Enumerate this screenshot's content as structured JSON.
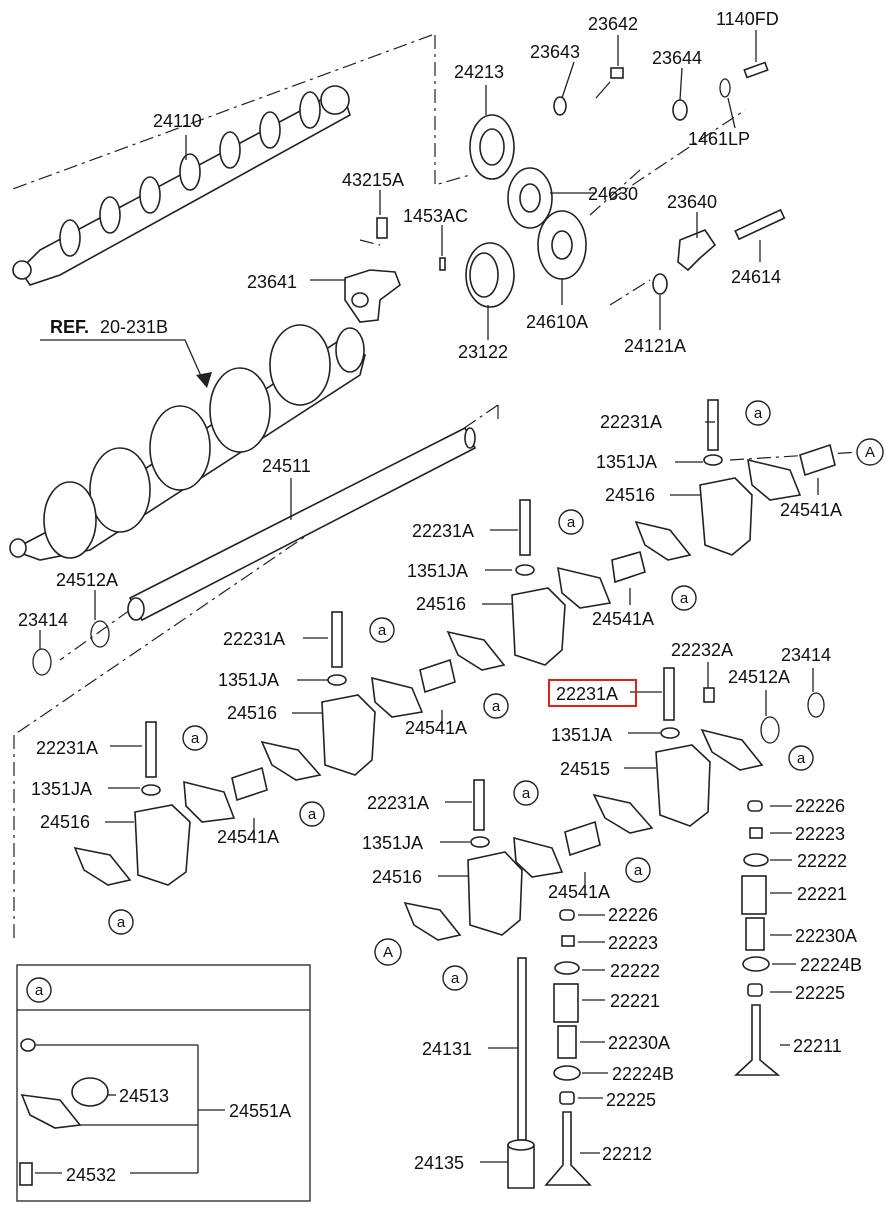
{
  "labels": {
    "p24110": "24110",
    "p24213": "24213",
    "p23643": "23643",
    "p23642": "23642",
    "p23644": "23644",
    "p1140FD": "1140FD",
    "p1461LP": "1461LP",
    "p24630": "24630",
    "p43215A": "43215A",
    "p1453AC": "1453AC",
    "p23640": "23640",
    "p23641": "23641",
    "p24614": "24614",
    "p24610A": "24610A",
    "p24121A": "24121A",
    "p23122": "23122",
    "ref_bold": "REF.",
    "ref_num": "20-231B",
    "p24511": "24511",
    "p22231A_1": "22231A",
    "p1351JA_1": "1351JA",
    "p24516_1": "24516",
    "p24541A_1": "24541A",
    "p22231A_2": "22231A",
    "p1351JA_2": "1351JA",
    "p24516_2": "24516",
    "p24541A_2": "24541A",
    "p24512A_1": "24512A",
    "p23414_1": "23414",
    "p22231A_3": "22231A",
    "p1351JA_3": "1351JA",
    "p24516_3": "24516",
    "p24541A_3": "24541A",
    "p22232A": "22232A",
    "p23414_2": "23414",
    "p24512A_2": "24512A",
    "p22231A_highlight": "22231A",
    "p1351JA_4": "1351JA",
    "p24515": "24515",
    "p22231A_4": "22231A",
    "p1351JA_5": "1351JA",
    "p24516_4": "24516",
    "p24541A_4": "24541A",
    "p22231A_5": "22231A",
    "p1351JA_6": "1351JA",
    "p24516_5": "24516",
    "p24541A_5": "24541A",
    "p22226_r": "22226",
    "p22223_r": "22223",
    "p22222_r": "22222",
    "p22221_r": "22221",
    "p22230A_r": "22230A",
    "p22224B_r": "22224B",
    "p22225_r": "22225",
    "p22211": "22211",
    "p22226_m": "22226",
    "p22223_m": "22223",
    "p22222_m": "22222",
    "p22221_m": "22221",
    "p22230A_m": "22230A",
    "p22224B_m": "22224B",
    "p22225_m": "22225",
    "p22212": "22212",
    "p24131": "24131",
    "p24135": "24135",
    "p24513": "24513",
    "p24551A": "24551A",
    "p24532": "24532"
  },
  "tags": {
    "small_a": "a",
    "big_a": "A"
  },
  "colors": {
    "highlight": "#e0201b",
    "ink": "#222222"
  }
}
